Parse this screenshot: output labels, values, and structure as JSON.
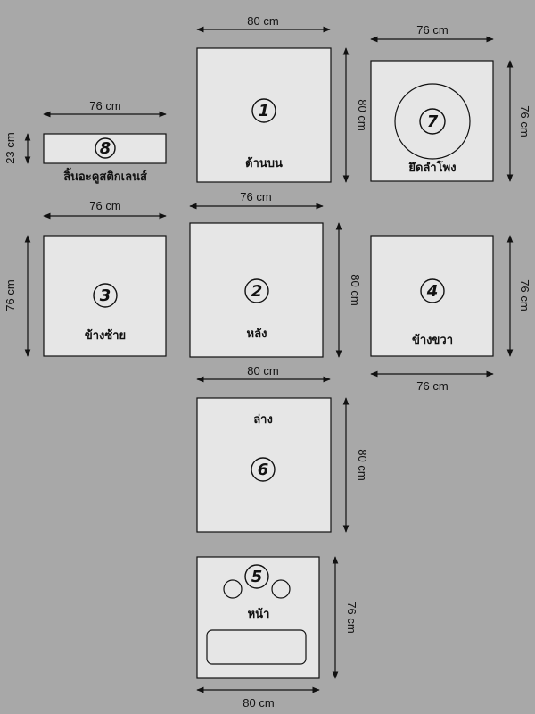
{
  "panels": [
    {
      "number": "1",
      "label": "ด้านบน",
      "width": "80 cm",
      "height": "80 cm"
    },
    {
      "number": "2",
      "label": "หลัง",
      "width": "76 cm",
      "height": "80 cm"
    },
    {
      "number": "3",
      "label": "ข้างซ้าย",
      "width": "76 cm",
      "height": "76 cm"
    },
    {
      "number": "4",
      "label": "ข้างขวา",
      "width": "76 cm",
      "height": "76 cm"
    },
    {
      "number": "5",
      "label": "หน้า",
      "width": "80 cm",
      "height": "76 cm"
    },
    {
      "number": "6",
      "label": "ล่าง",
      "width": "80 cm",
      "height": "80 cm"
    },
    {
      "number": "7",
      "label": "ยึดลำโพง",
      "width": "76 cm",
      "height": "76 cm"
    },
    {
      "number": "8",
      "label": "ลิ้นอะคูสติกเลนส์",
      "width": "76 cm",
      "height": "23 cm"
    }
  ]
}
